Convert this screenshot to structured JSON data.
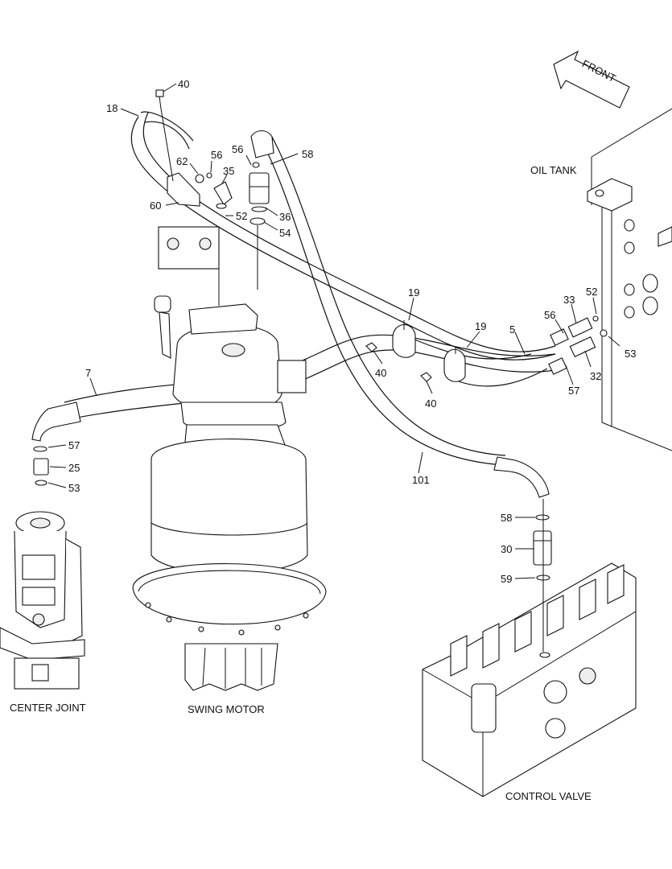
{
  "diagram": {
    "captions": {
      "center_joint": "CENTER JOINT",
      "swing_motor": "SWING MOTOR",
      "control_valve": "CONTROL VALVE",
      "oil_tank": "OIL TANK",
      "front": "FRONT"
    },
    "callouts": {
      "c40a": "40",
      "c18": "18",
      "c56a": "56",
      "c62": "62",
      "c35": "35",
      "c60": "60",
      "c52a": "52",
      "c56b": "56",
      "c58a": "58",
      "c36": "36",
      "c54": "54",
      "c19a": "19",
      "c19b": "19",
      "c40b": "40",
      "c40c": "40",
      "c5": "5",
      "c33": "33",
      "c52b": "52",
      "c56c": "56",
      "c53a": "53",
      "c32": "32",
      "c57a": "57",
      "c7": "7",
      "c57b": "57",
      "c25": "25",
      "c53b": "53",
      "c101": "101",
      "c58b": "58",
      "c30": "30",
      "c59": "59"
    }
  }
}
